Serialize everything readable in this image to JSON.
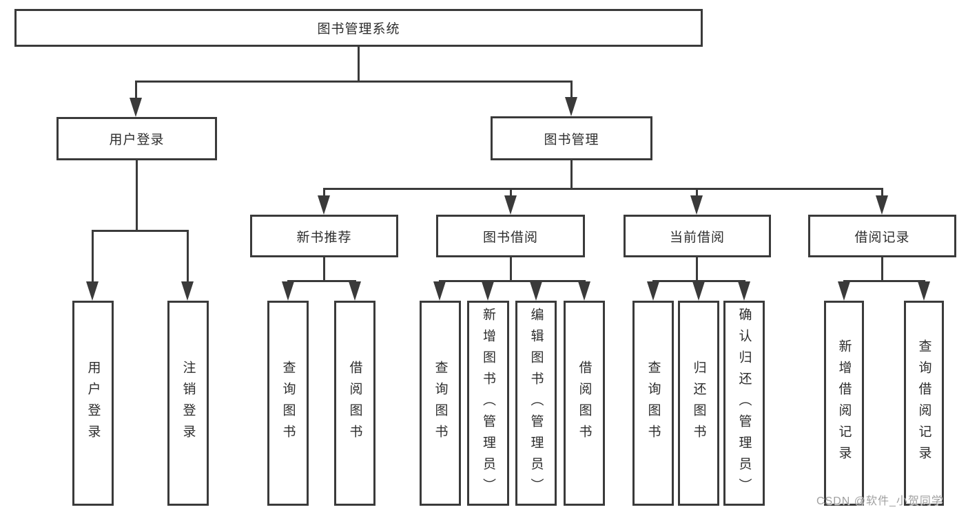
{
  "diagram_type": "hierarchy-tree",
  "tree": {
    "label": "图书管理系统",
    "children": [
      {
        "label": "用户登录",
        "children": [
          {
            "label": "用户登录"
          },
          {
            "label": "注销登录"
          }
        ]
      },
      {
        "label": "图书管理",
        "children": [
          {
            "label": "新书推荐",
            "children": [
              {
                "label": "查询图书"
              },
              {
                "label": "借阅图书"
              }
            ]
          },
          {
            "label": "图书借阅",
            "children": [
              {
                "label": "查询图书"
              },
              {
                "label": "新增图书（管理员）"
              },
              {
                "label": "编辑图书（管理员）"
              },
              {
                "label": "借阅图书"
              }
            ]
          },
          {
            "label": "当前借阅",
            "children": [
              {
                "label": "查询图书"
              },
              {
                "label": "归还图书"
              },
              {
                "label": "确认归还（管理员）"
              }
            ]
          },
          {
            "label": "借阅记录",
            "children": [
              {
                "label": "新增借阅记录"
              },
              {
                "label": "查询借阅记录"
              }
            ]
          }
        ]
      }
    ]
  },
  "watermark": {
    "text": "CSDN @软件_小贺同学"
  },
  "colors": {
    "line": "#3a3a3a",
    "box_border": "#3a3a3a",
    "text": "#2d2d2d",
    "watermark": "#a0a0a0",
    "background": "#ffffff"
  }
}
